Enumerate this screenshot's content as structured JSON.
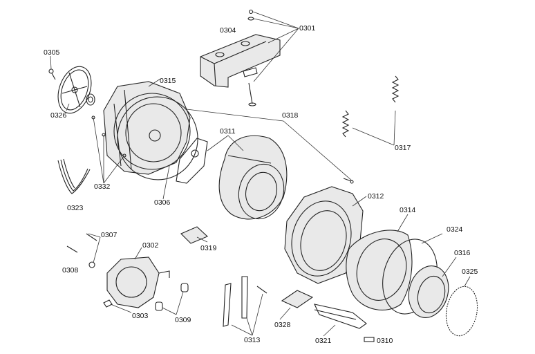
{
  "labels": [
    {
      "id": "0301",
      "text": "0301"
    },
    {
      "id": "0302",
      "text": "0302"
    },
    {
      "id": "0303",
      "text": "0303"
    },
    {
      "id": "0304",
      "text": "0304"
    },
    {
      "id": "0305",
      "text": "0305"
    },
    {
      "id": "0306",
      "text": "0306"
    },
    {
      "id": "0307",
      "text": "0307"
    },
    {
      "id": "0308",
      "text": "0308"
    },
    {
      "id": "0309",
      "text": "0309"
    },
    {
      "id": "0310",
      "text": "0310"
    },
    {
      "id": "0311",
      "text": "0311"
    },
    {
      "id": "0312",
      "text": "0312"
    },
    {
      "id": "0313",
      "text": "0313"
    },
    {
      "id": "0314",
      "text": "0314"
    },
    {
      "id": "0315",
      "text": "0315"
    },
    {
      "id": "0316",
      "text": "0316"
    },
    {
      "id": "0317",
      "text": "0317"
    },
    {
      "id": "0318",
      "text": "0318"
    },
    {
      "id": "0319",
      "text": "0319"
    },
    {
      "id": "0321",
      "text": "0321"
    },
    {
      "id": "0323",
      "text": "0323"
    },
    {
      "id": "0324",
      "text": "0324"
    },
    {
      "id": "0325",
      "text": "0325"
    },
    {
      "id": "0326",
      "text": "0326"
    },
    {
      "id": "0328",
      "text": "0328"
    },
    {
      "id": "0332",
      "text": "0332"
    }
  ]
}
